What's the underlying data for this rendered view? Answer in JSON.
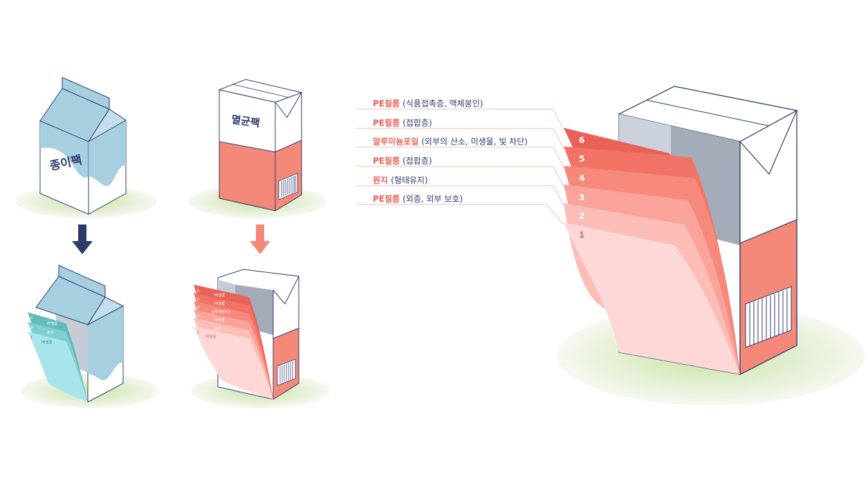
{
  "milk_carton": {
    "label": "종이팩"
  },
  "aseptic_carton": {
    "label": "멸균팩"
  },
  "milk_layers": [
    {
      "num": "3",
      "name": "PE필름"
    },
    {
      "num": "2",
      "name": "원지"
    },
    {
      "num": "1",
      "name": "PE필름"
    }
  ],
  "aseptic_layers": [
    {
      "num": "6",
      "name": "PE필름",
      "desc": "(식품접촉층, 액체봉인)"
    },
    {
      "num": "5",
      "name": "PE필름",
      "desc": "(접합층)"
    },
    {
      "num": "4",
      "name": "알루미늄포일",
      "desc": "(외부의 산소, 미생물, 빛 차단)"
    },
    {
      "num": "3",
      "name": "PE필름",
      "desc": "(접합층)"
    },
    {
      "num": "2",
      "name": "원지",
      "desc": "(형태유지)"
    },
    {
      "num": "1",
      "name": "PE필름",
      "desc": "(외층, 외부 보호)"
    }
  ],
  "colors": {
    "navy": "#2d3a6b",
    "milk_blue": "#a6cfe0",
    "teal": "#5ab8ba",
    "coral": "#f4897a",
    "coral_dark": "#e8625a",
    "pink_light": "#fdd8d6",
    "shadow_green": "#c9e3a4"
  }
}
